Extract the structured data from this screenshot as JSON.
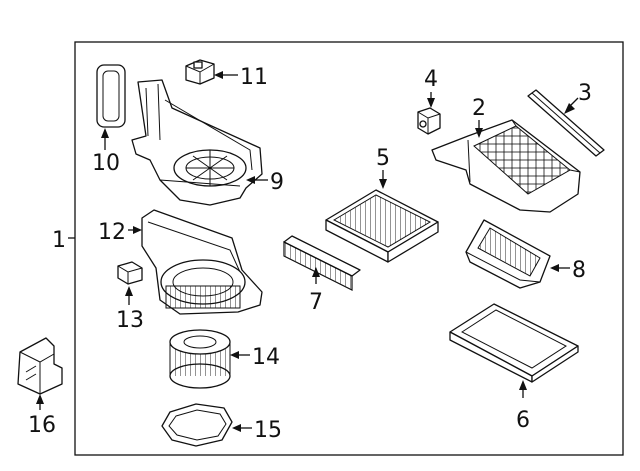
{
  "diagram": {
    "callouts": {
      "c1": "1",
      "c2": "2",
      "c3": "3",
      "c4": "4",
      "c5": "5",
      "c6": "6",
      "c7": "7",
      "c8": "8",
      "c9": "9",
      "c10": "10",
      "c11": "11",
      "c12": "12",
      "c13": "13",
      "c14": "14",
      "c15": "15",
      "c16": "16"
    }
  }
}
